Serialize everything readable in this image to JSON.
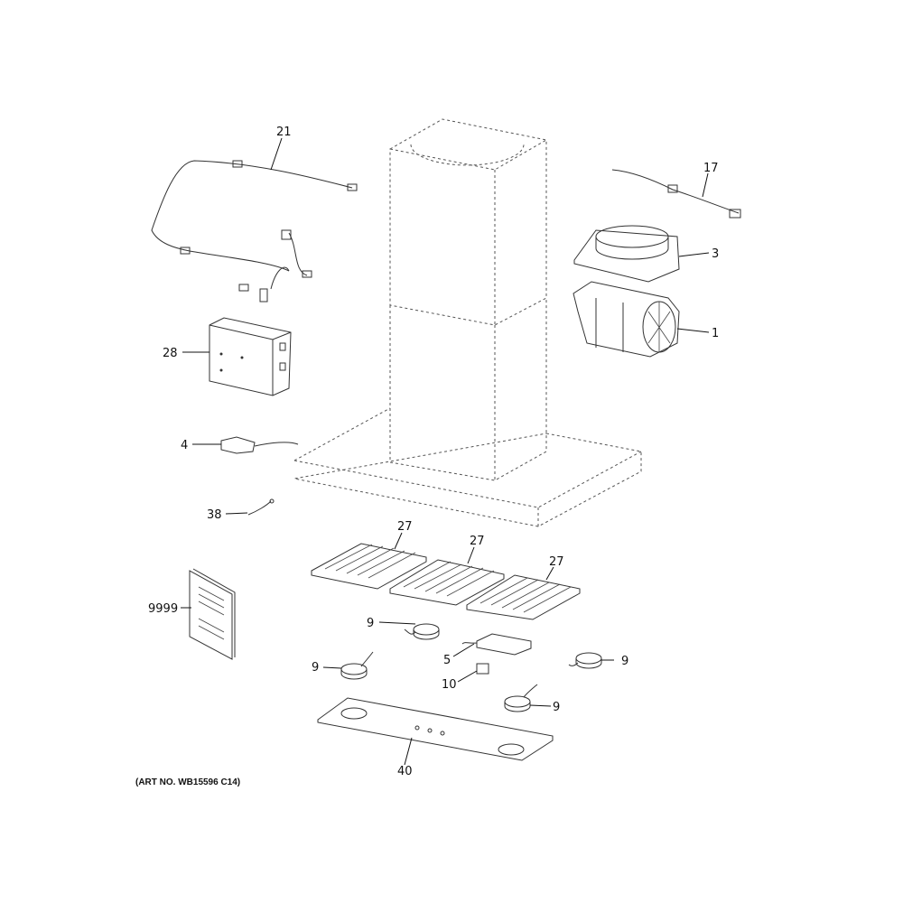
{
  "art_number": "(ART NO. WB15596 C14)",
  "callouts": {
    "wire_harness_main": "21",
    "wire_harness_motor": "17",
    "blower_adapter": "3",
    "blower_motor": "1",
    "control_box": "28",
    "switch_assembly": "4",
    "thermistor": "38",
    "grease_filter_left": "27",
    "grease_filter_center": "27",
    "grease_filter_right": "27",
    "manual_kit": "9999",
    "lamp_socket_a": "9",
    "lamp_socket_b": "9",
    "lamp_socket_c": "9",
    "lamp_socket_d": "9",
    "control_board": "5",
    "capacitor": "10",
    "lamp_panel": "40"
  }
}
